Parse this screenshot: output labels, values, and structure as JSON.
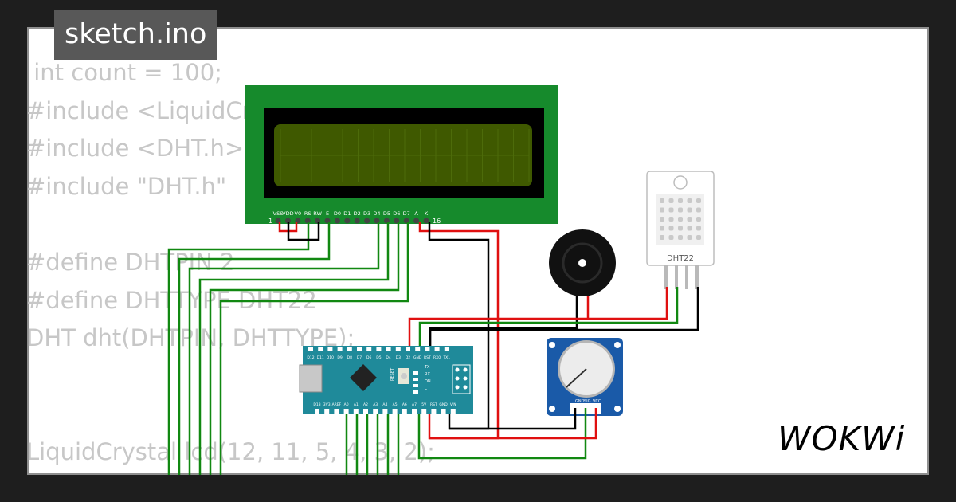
{
  "header": {
    "filename": "sketch.ino"
  },
  "code_lines": [
    " int count = 100;",
    "#include <LiquidCrystal.h>",
    "#include <DHT.h>",
    "#include \"DHT.h\"",
    "",
    "#define DHTPIN 2",
    "#define DHTTYPE DHT22",
    "DHT dht(DHTPIN, DHTTYPE);",
    "",
    "",
    "LiquidCrystal lcd(12, 11, 5, 4, 3, 2);"
  ],
  "lcd": {
    "pin_labels": [
      "VSS",
      "VDD",
      "V0",
      "RS",
      "RW",
      "E",
      "D0",
      "D1",
      "D2",
      "D3",
      "D4",
      "D5",
      "D6",
      "D7",
      "A",
      "K"
    ],
    "first_pin": "1",
    "last_pin": "16"
  },
  "dht": {
    "label": "DHT22"
  },
  "pot": {
    "pins": [
      "GND",
      "SIG",
      "VCC"
    ]
  },
  "nano": {
    "top_pins": [
      "D12",
      "D11",
      "D10",
      "D9",
      "D8",
      "D7",
      "D6",
      "D5",
      "D4",
      "D3",
      "D2",
      "GND",
      "RST",
      "RX0",
      "TX1"
    ],
    "bottom_pins": [
      "D13",
      "3V3",
      "AREF",
      "A0",
      "A1",
      "A2",
      "A3",
      "A4",
      "A5",
      "A6",
      "A7",
      "5V",
      "RST",
      "GND",
      "VIN"
    ],
    "reset_label": "RESET",
    "led_labels": [
      "TX",
      "RX",
      "ON",
      "L"
    ]
  },
  "brand": {
    "logo": "WOKWi"
  },
  "colors": {
    "background": "#1e1e1e",
    "wire_green": "#118811",
    "wire_red": "#e01010",
    "wire_black": "#000000",
    "lcd_pcb": "#168a2c",
    "lcd_screen": "#3f5900",
    "nano_pcb": "#1f8a9a",
    "pot_board": "#1a5aa8"
  }
}
